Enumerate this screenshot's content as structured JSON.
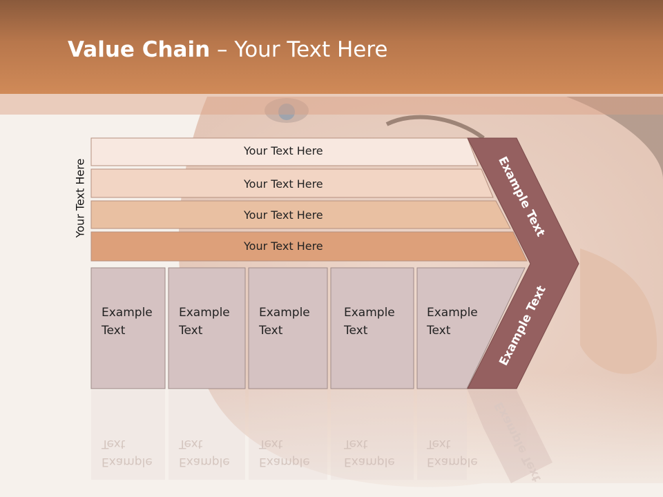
{
  "slide": {
    "title_bold": "Value Chain",
    "title_rest": " – Your Text Here"
  },
  "diagram": {
    "side_label": "Your Text Here",
    "rows": [
      "Your Text Here",
      "Your Text Here",
      "Your Text Here",
      "Your Text Here"
    ],
    "columns": [
      {
        "line1": "Example",
        "line2": "Text"
      },
      {
        "line1": "Example",
        "line2": "Text"
      },
      {
        "line1": "Example",
        "line2": "Text"
      },
      {
        "line1": "Example",
        "line2": "Text"
      },
      {
        "line1": "Example",
        "line2": "Text"
      }
    ],
    "arrow_top_label": "Example Text",
    "arrow_bottom_label": "Example Text"
  },
  "colors": {
    "header": "#c07c50",
    "row1": "#f8e8e0",
    "row2": "#f2d5c4",
    "row3": "#e9c0a2",
    "row4": "#dda07a",
    "column": "#d5c2c2",
    "arrow": "#956060"
  }
}
